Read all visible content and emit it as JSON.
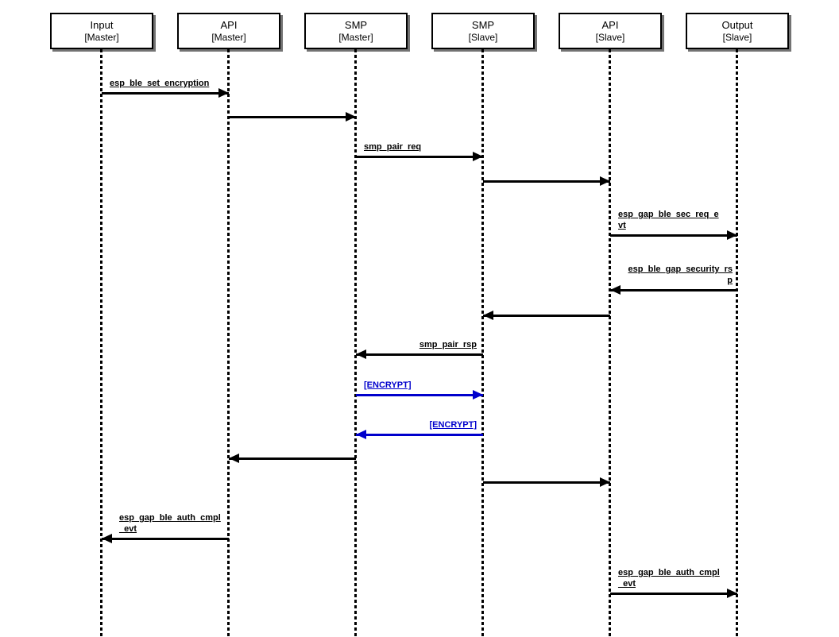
{
  "diagram": {
    "type": "sequence-diagram",
    "actors": [
      {
        "name": "Input",
        "role": "[Master]"
      },
      {
        "name": "API",
        "role": "[Master]"
      },
      {
        "name": "SMP",
        "role": "[Master]"
      },
      {
        "name": "SMP",
        "role": "[Slave]"
      },
      {
        "name": "API",
        "role": "[Slave]"
      },
      {
        "name": "Output",
        "role": "[Slave]"
      }
    ],
    "colors": {
      "message": "#000000",
      "encrypt": "#0000cc"
    },
    "messages": [
      {
        "from": "Input [Master]",
        "to": "API [Master]",
        "label": "esp_ble_set_encryption"
      },
      {
        "from": "API [Master]",
        "to": "SMP [Master]",
        "label": ""
      },
      {
        "from": "SMP [Master]",
        "to": "SMP [Slave]",
        "label": "smp_pair_req"
      },
      {
        "from": "SMP [Slave]",
        "to": "API [Slave]",
        "label": ""
      },
      {
        "from": "API [Slave]",
        "to": "Output [Slave]",
        "label": "esp_gap_ble_sec_req_evt"
      },
      {
        "from": "Output [Slave]",
        "to": "API [Slave]",
        "label": "esp_ble_gap_security_rsp"
      },
      {
        "from": "API [Slave]",
        "to": "SMP [Slave]",
        "label": ""
      },
      {
        "from": "SMP [Slave]",
        "to": "SMP [Master]",
        "label": "smp_pair_rsp"
      },
      {
        "from": "SMP [Master]",
        "to": "SMP [Slave]",
        "label": "[ENCRYPT]"
      },
      {
        "from": "SMP [Slave]",
        "to": "SMP [Master]",
        "label": "[ENCRYPT]"
      },
      {
        "from": "SMP [Master]",
        "to": "API [Master]",
        "label": ""
      },
      {
        "from": "SMP [Slave]",
        "to": "API [Slave]",
        "label": ""
      },
      {
        "from": "API [Master]",
        "to": "Input [Master]",
        "label": "esp_gap_ble_auth_cmpl_evt"
      },
      {
        "from": "API [Slave]",
        "to": "Output [Slave]",
        "label": "esp_gap_ble_auth_cmpl_evt"
      }
    ]
  }
}
